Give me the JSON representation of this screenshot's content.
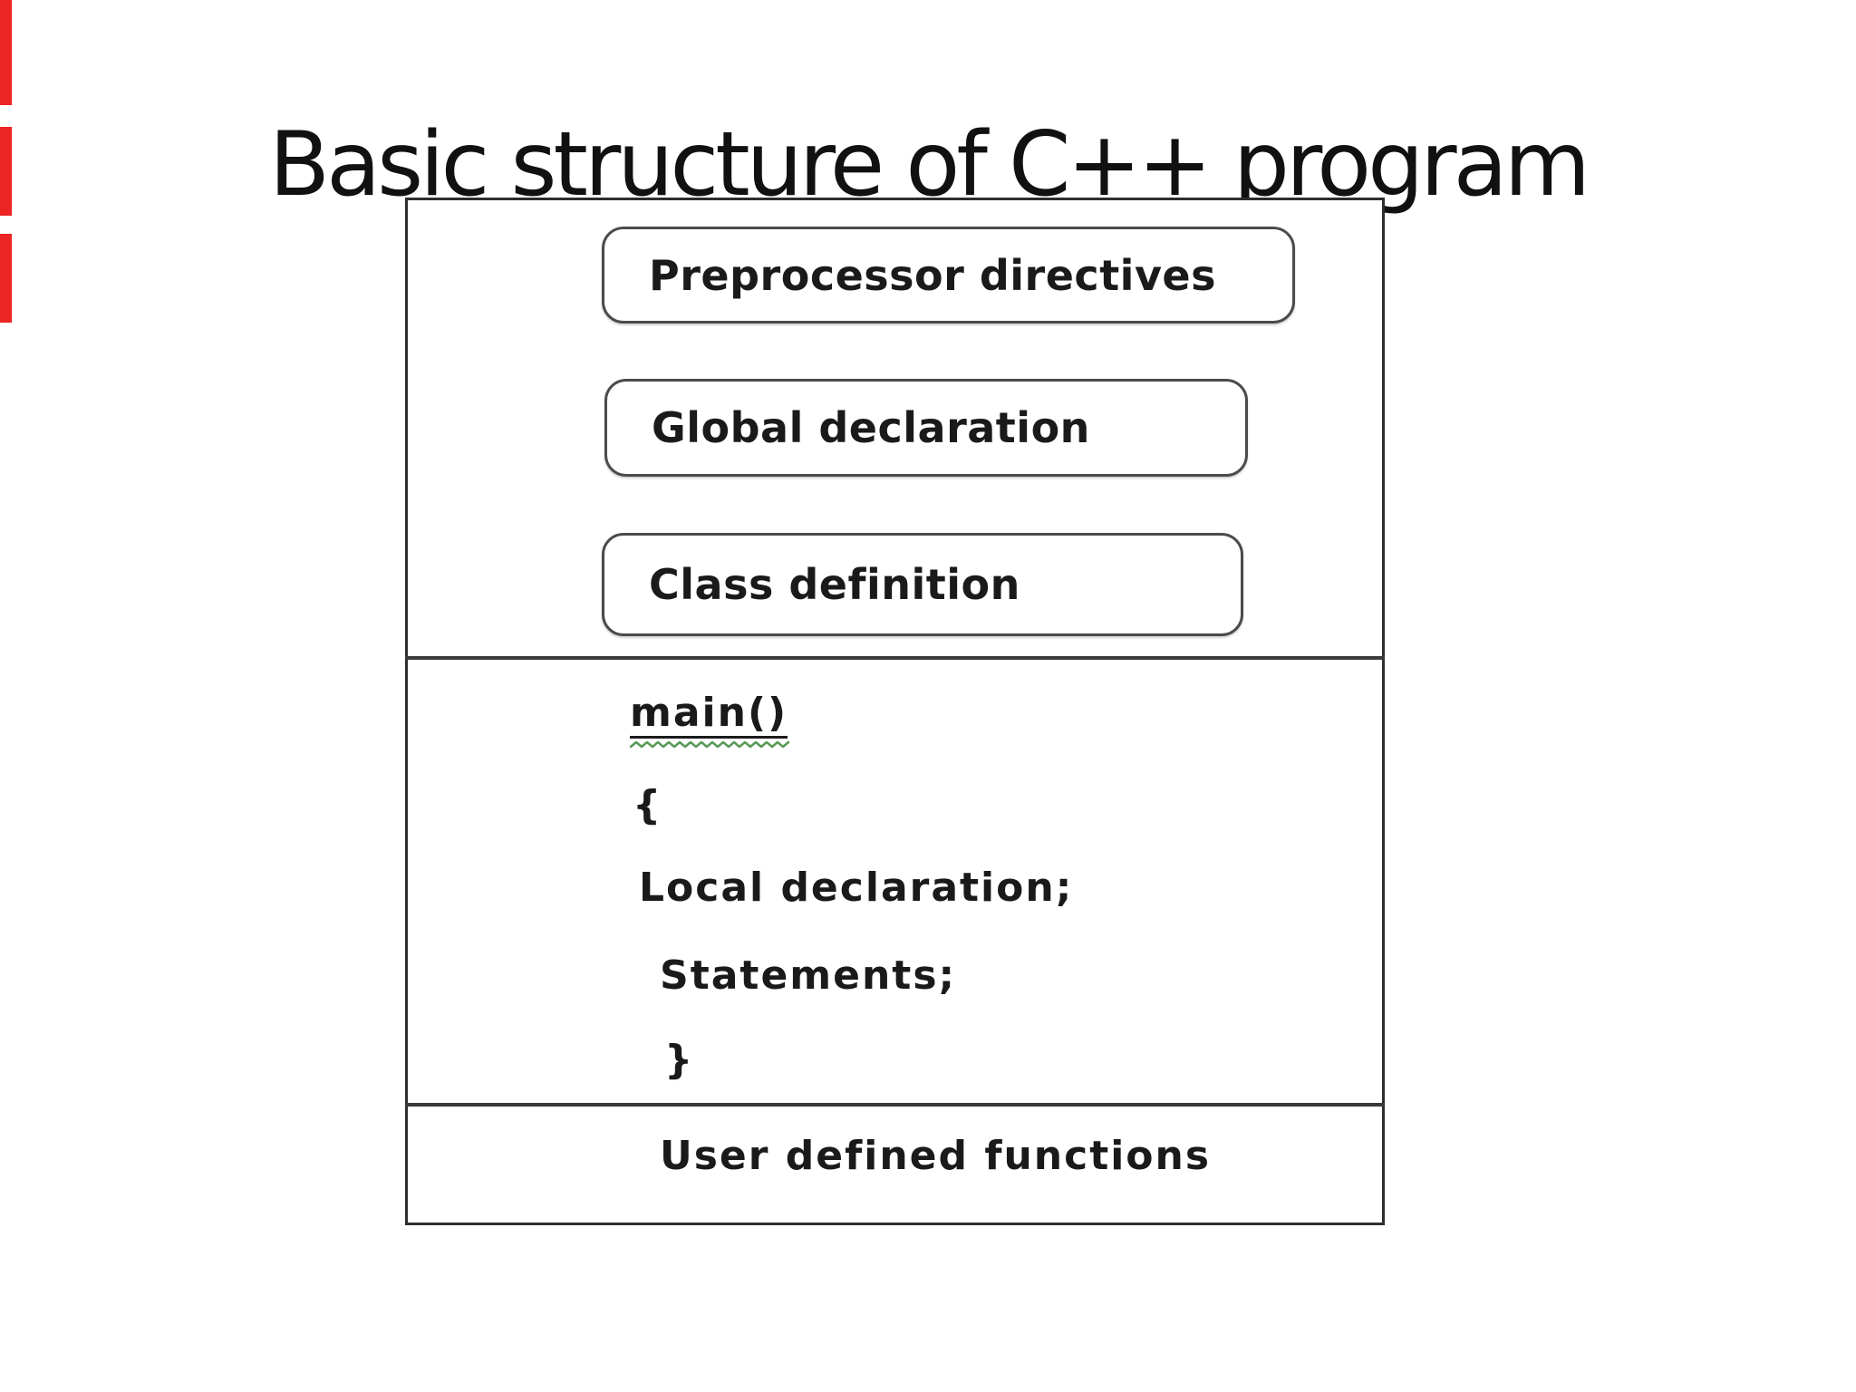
{
  "title": "Basic structure of C++ program",
  "diagram": {
    "top_boxes": [
      {
        "label": "Preprocessor directives"
      },
      {
        "label": "Global declaration"
      },
      {
        "label": "Class definition"
      }
    ],
    "main_block": {
      "function_name": "main()",
      "open_brace": "{",
      "local_declaration": "Local declaration;",
      "statements": "Statements;",
      "close_brace": "}"
    },
    "bottom_section": {
      "label": "User defined functions"
    }
  },
  "decorations": {
    "left_edge_marker_count": 3
  },
  "colors": {
    "marker_red": "#ec2424",
    "squiggle_green": "#579a57",
    "text": "#1a1a1a",
    "outline": "#2e2e2e"
  }
}
